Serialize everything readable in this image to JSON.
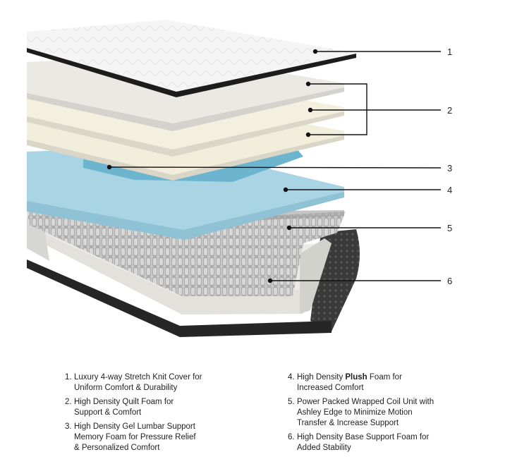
{
  "colors": {
    "cover": "#f4f4f4",
    "quilt_foam": "#f3f0e2",
    "gel_foam": "#a9d6e6",
    "lumbar_gel": "#6fb8d2",
    "coil": "#b9b9b9",
    "base_foam": "#ededeb",
    "edge": "#2b2b2b",
    "callout_line": "#111111"
  },
  "callouts": [
    "1",
    "2",
    "3",
    "4",
    "5",
    "6"
  ],
  "legend": [
    {
      "number": "1.",
      "lines": [
        "Luxury 4-way Stretch Knit Cover for",
        "Uniform Comfort & Durability"
      ]
    },
    {
      "number": "2.",
      "lines": [
        "High Density Quilt Foam for",
        "Support & Comfort"
      ]
    },
    {
      "number": "3.",
      "lines": [
        "High Density Gel Lumbar Support",
        "Memory Foam for Pressure Relief",
        "& Personalized Comfort"
      ]
    },
    {
      "number": "4.",
      "prefix": "High Density ",
      "bold": "Plush",
      "suffix": " Foam for",
      "lines": [
        "Increased Comfort"
      ]
    },
    {
      "number": "5.",
      "lines": [
        "Power Packed Wrapped Coil Unit with",
        "Ashley Edge to Minimize Motion",
        "Transfer & Increase Support"
      ]
    },
    {
      "number": "6.",
      "lines": [
        "High Density Base Support Foam for",
        "Added Stability"
      ]
    }
  ]
}
